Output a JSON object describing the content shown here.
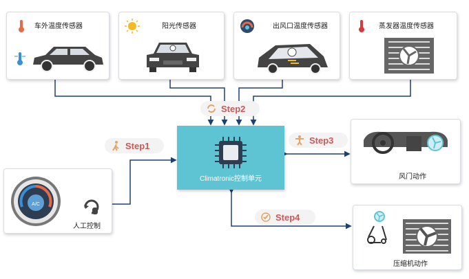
{
  "sensors": [
    {
      "label": "车外温度传感器",
      "icon": "thermometer-icon"
    },
    {
      "label": "阳光传感器",
      "icon": "sun-icon"
    },
    {
      "label": "出风口温度传感器",
      "icon": "vent-gauge-icon"
    },
    {
      "label": "蒸发器温度传感器",
      "icon": "thermometer-icon"
    }
  ],
  "controller": {
    "label": "Climatronic控制单元"
  },
  "manual": {
    "label": "人工控制"
  },
  "damper": {
    "label": "风门动作"
  },
  "compressor": {
    "label": "压缩机动作"
  },
  "steps": {
    "step1": "Step1",
    "step2": "Step2",
    "step3": "Step3",
    "step4": "Step4"
  },
  "colors": {
    "line": "#1f3f6e",
    "controller": "#5ec4d4",
    "step_text": "#c65a5a",
    "step_bg": "#f3f3f3"
  }
}
